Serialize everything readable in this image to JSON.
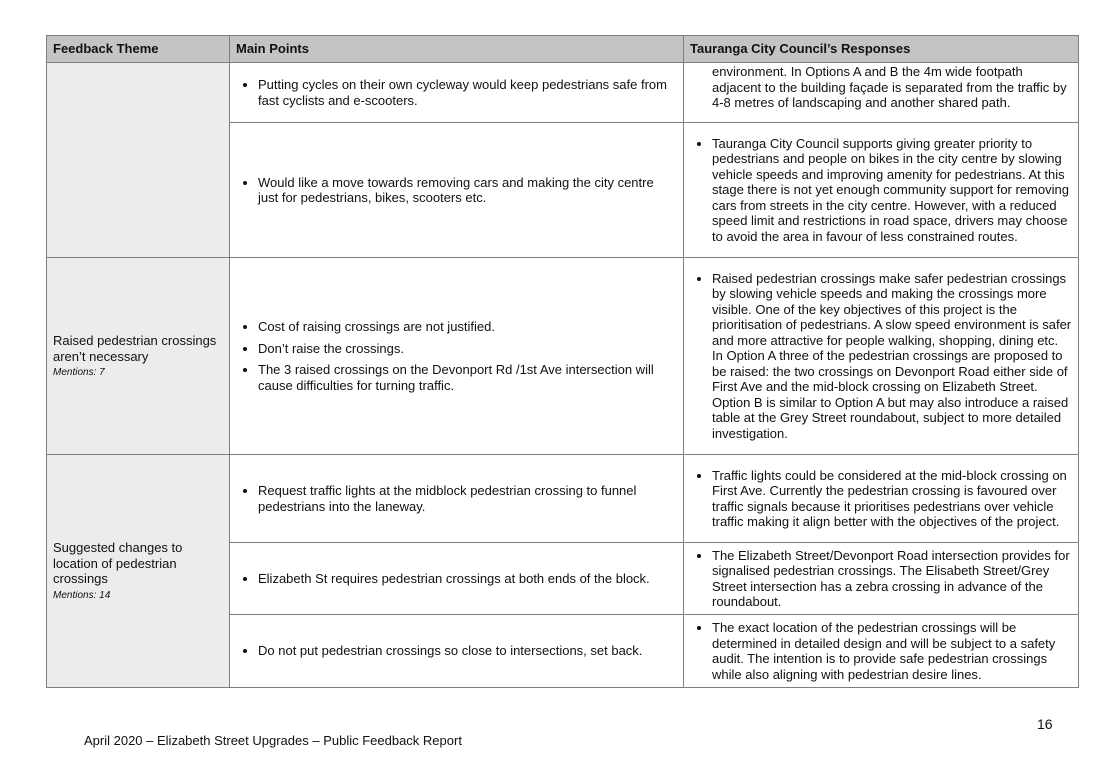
{
  "headers": {
    "theme": "Feedback Theme",
    "points": "Main Points",
    "responses": "Tauranga City Council’s Responses"
  },
  "groups": [
    {
      "theme": "",
      "mentions": "",
      "rows": [
        {
          "points": [
            "Putting cycles on their own cycleway would keep pedestrians safe from fast cyclists and e-scooters."
          ],
          "response_continued": "environment. In Options A and B the 4m wide footpath adjacent to the building façade is separated from the traffic by 4-8 metres of landscaping and another shared path."
        },
        {
          "points": [
            "Would like a move towards removing cars and making the city centre just for pedestrians, bikes, scooters etc."
          ],
          "responses": [
            "Tauranga City Council supports giving greater priority to pedestrians and people on bikes in the city centre by slowing vehicle speeds and improving amenity for pedestrians. At this stage there is not yet enough community support for removing cars from streets in the city centre.  However, with a reduced speed limit and restrictions in road space, drivers may choose to avoid the area in favour of less constrained routes."
          ]
        }
      ]
    },
    {
      "theme": "Raised pedestrian crossings aren’t necessary",
      "mentions": "Mentions: 7",
      "rows": [
        {
          "points": [
            "Cost of raising crossings are not justified.",
            "Don’t raise the crossings.",
            "The 3 raised crossings on the Devonport Rd /1st Ave intersection will cause difficulties for turning traffic."
          ],
          "responses": [
            "Raised pedestrian crossings make safer pedestrian crossings by slowing vehicle speeds and making the crossings more visible. One of the key objectives of this project is the prioritisation of pedestrians. A slow speed environment is safer and more attractive for people walking, shopping, dining etc. In Option A three of the pedestrian crossings are proposed to be raised: the two crossings on Devonport Road either side of First Ave and the mid-block crossing on Elizabeth Street. Option B is similar to Option A but may also introduce a raised table at the Grey Street roundabout, subject to more detailed investigation."
          ]
        }
      ]
    },
    {
      "theme": "Suggested changes to location of pedestrian crossings",
      "mentions": "Mentions: 14",
      "rows": [
        {
          "points": [
            "Request traffic lights at the midblock pedestrian crossing to funnel pedestrians into the laneway."
          ],
          "responses": [
            "Traffic lights could be considered at the mid-block crossing on First Ave. Currently the pedestrian crossing is favoured over traffic signals because it prioritises pedestrians over vehicle traffic making it align better with the objectives of the project."
          ]
        },
        {
          "points": [
            "Elizabeth St requires pedestrian crossings at both ends of the block."
          ],
          "responses": [
            "The Elizabeth Street/Devonport Road intersection provides for signalised pedestrian crossings. The Elisabeth Street/Grey Street intersection has a zebra crossing in advance of the roundabout."
          ]
        },
        {
          "points": [
            "Do not put pedestrian crossings so close to intersections, set back."
          ],
          "responses": [
            "The exact location of the pedestrian crossings will be determined in detailed design and will be subject to a safety audit. The intention is to provide safe pedestrian crossings while also aligning with pedestrian desire lines."
          ]
        }
      ]
    }
  ],
  "footer": {
    "text": "April 2020 – Elizabeth Street Upgrades – Public Feedback Report",
    "page_number": "16"
  }
}
